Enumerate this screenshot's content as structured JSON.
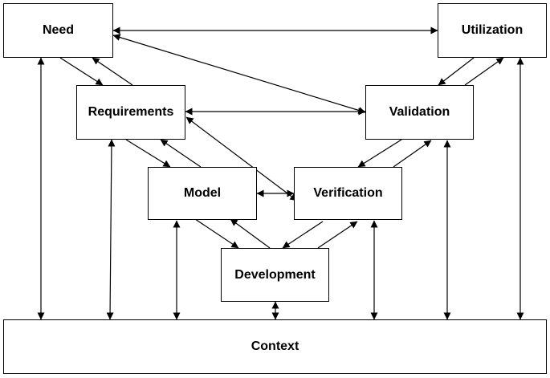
{
  "nodes": {
    "need": "Need",
    "utilization": "Utilization",
    "requirements": "Requirements",
    "validation": "Validation",
    "model": "Model",
    "verification": "Verification",
    "development": "Development",
    "context": "Context"
  }
}
